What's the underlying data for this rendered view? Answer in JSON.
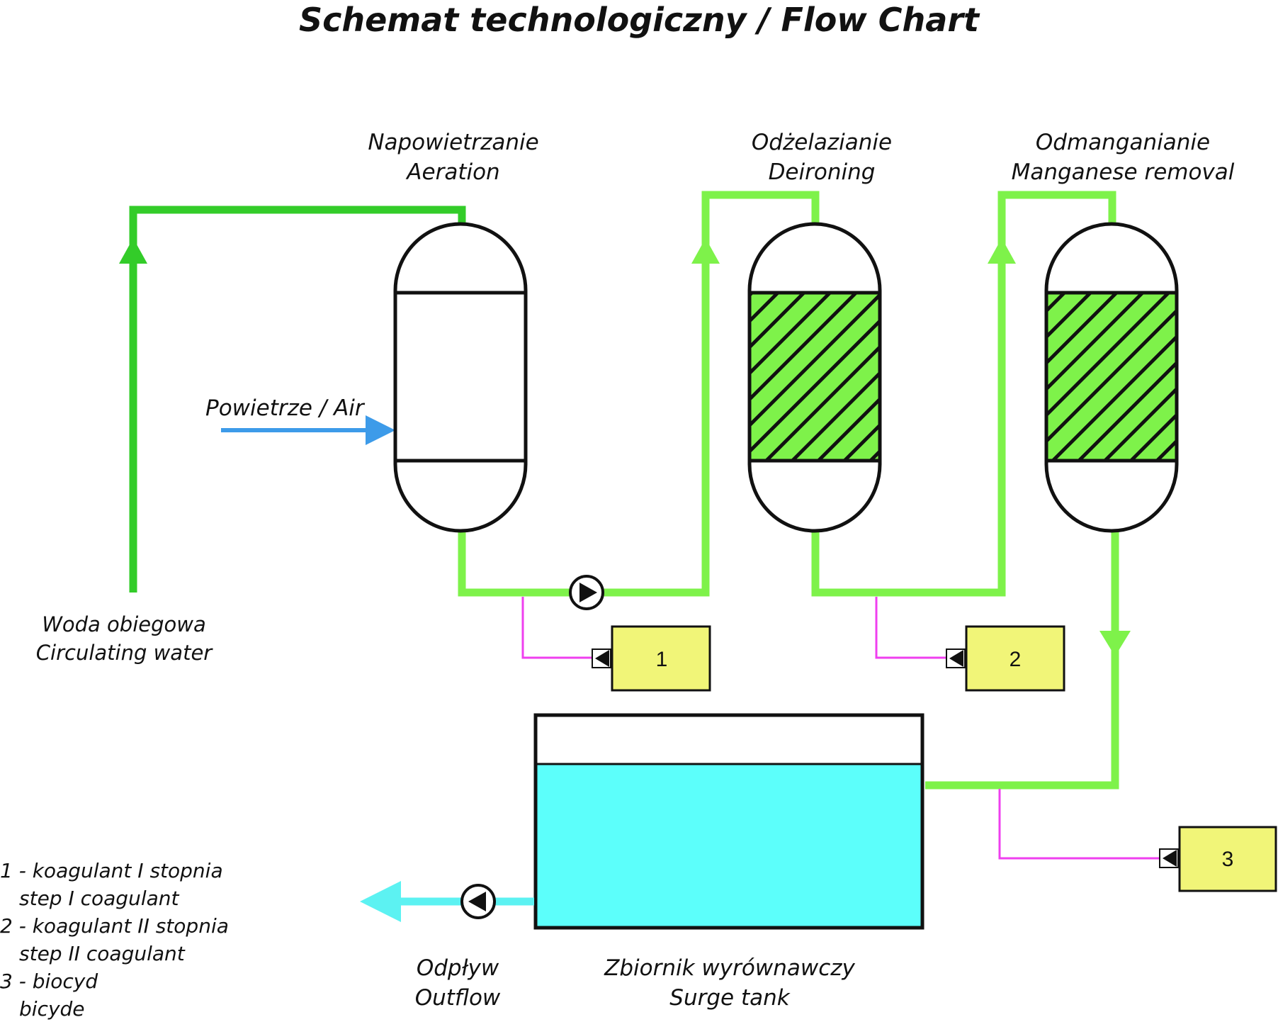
{
  "title": "Schemat technologiczny / Flow Chart",
  "units": {
    "aeration": {
      "pl": "Napowietrzanie",
      "en": "Aeration"
    },
    "deironing": {
      "pl": "Odżelazianie",
      "en": "Deironing"
    },
    "manganese": {
      "pl": "Odmanganianie",
      "en": "Manganese removal"
    }
  },
  "air_label": "Powietrze / Air",
  "circulating": {
    "pl": "Woda obiegowa",
    "en": "Circulating water"
  },
  "dosing": [
    {
      "number": "1"
    },
    {
      "number": "2"
    },
    {
      "number": "3"
    }
  ],
  "outflow": {
    "pl": "Odpływ",
    "en": "Outflow"
  },
  "surge_tank": {
    "pl": "Zbiornik wyrównawczy",
    "en": "Surge tank"
  },
  "legend": [
    {
      "pl": "1 - koagulant I stopnia",
      "en": "step I coagulant"
    },
    {
      "pl": "2 - koagulant II stopnia",
      "en": "step II coagulant"
    },
    {
      "pl": "3 - biocyd",
      "en": "bicyde"
    }
  ],
  "colors": {
    "pipe_green": "#7ef24a",
    "pipe_dark_green": "#33cc29",
    "air_blue": "#3d9be9",
    "outflow_cyan": "#5cf2f2",
    "tank_water": "#5cfffb",
    "dosing_line": "#ef3fef",
    "dosing_box": "#f1f578",
    "media_fill": "#7ef24a"
  }
}
